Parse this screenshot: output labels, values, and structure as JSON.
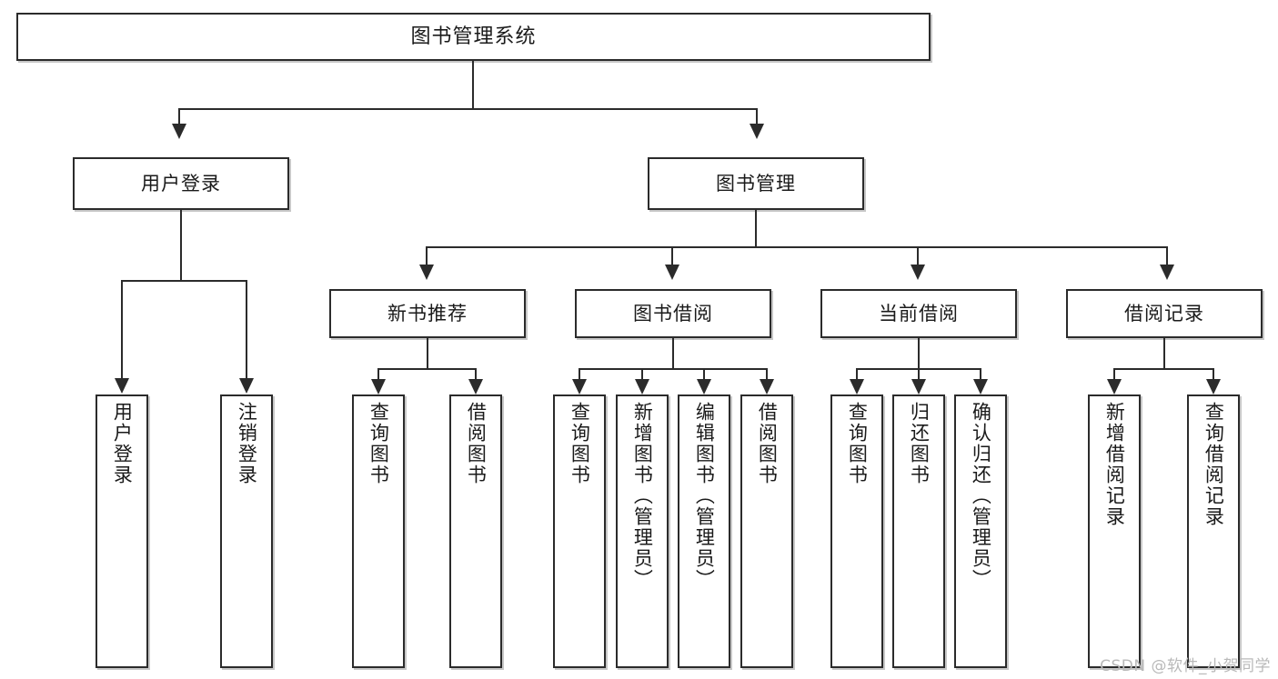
{
  "diagram": {
    "title": "图书管理系统",
    "watermark": "CSDN @软件_小贺同学",
    "colors": {
      "stroke": "#2b2b2b",
      "fill": "#ffffff",
      "text": "#1a1a1a",
      "watermark": "#b9b9b9"
    },
    "levels": {
      "root": "图书管理系统",
      "level2": [
        "用户登录",
        "图书管理"
      ],
      "level3": [
        "新书推荐",
        "图书借阅",
        "当前借阅",
        "借阅记录"
      ]
    },
    "nodes": {
      "root": "图书管理系统",
      "user_login": "用户登录",
      "book_manage": "图书管理",
      "new_book_rec": "新书推荐",
      "book_borrow": "图书借阅",
      "current_borrow": "当前借阅",
      "borrow_record": "借阅记录",
      "leaf_user_login": "用户登录",
      "leaf_logout": "注销登录",
      "leaf_query_book_1": "查询图书",
      "leaf_borrow_book_1": "借阅图书",
      "leaf_query_book_2": "查询图书",
      "leaf_add_book": "新增图书（管理员）",
      "leaf_edit_book": "编辑图书（管理员）",
      "leaf_borrow_book_2": "借阅图书",
      "leaf_query_book_3": "查询图书",
      "leaf_return_book": "归还图书",
      "leaf_confirm_return": "确认归还（管理员）",
      "leaf_add_record": "新增借阅记录",
      "leaf_query_record": "查询借阅记录"
    },
    "tree": {
      "图书管理系统": {
        "用户登录": [
          "用户登录",
          "注销登录"
        ],
        "图书管理": {
          "新书推荐": [
            "查询图书",
            "借阅图书"
          ],
          "图书借阅": [
            "查询图书",
            "新增图书（管理员）",
            "编辑图书（管理员）",
            "借阅图书"
          ],
          "当前借阅": [
            "查询图书",
            "归还图书",
            "确认归还（管理员）"
          ],
          "借阅记录": [
            "新增借阅记录",
            "查询借阅记录"
          ]
        }
      }
    }
  }
}
